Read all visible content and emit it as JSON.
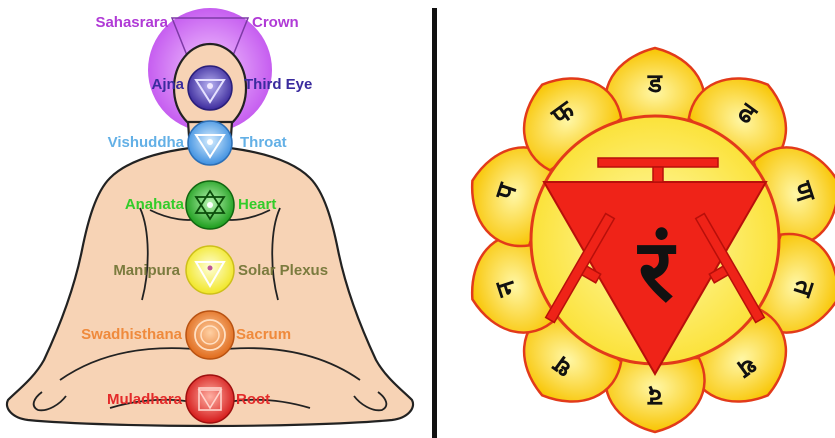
{
  "chakras": [
    {
      "sanskrit": "Sahasrara",
      "english": "Crown",
      "color": "#b03ad6"
    },
    {
      "sanskrit": "Ajna",
      "english": "Third Eye",
      "color": "#3a2b9e"
    },
    {
      "sanskrit": "Vishuddha",
      "english": "Throat",
      "color": "#63b0e6"
    },
    {
      "sanskrit": "Anahata",
      "english": "Heart",
      "color": "#33cc2a"
    },
    {
      "sanskrit": "Manipura",
      "english": "Solar Plexus",
      "color": "#7b7b3e"
    },
    {
      "sanskrit": "Swadhisthana",
      "english": "Sacrum",
      "color": "#ef8a3c"
    },
    {
      "sanskrit": "Muladhara",
      "english": "Root",
      "color": "#e42a2a"
    }
  ],
  "manipura_symbol": {
    "bija": "रं",
    "petals": [
      "ड",
      "ढ",
      "ण",
      "त",
      "थ",
      "द",
      "ध",
      "न",
      "प",
      "फ"
    ],
    "colors": {
      "petal_fill": "#fde64a",
      "circle_fill": "#fff27a",
      "triangle_fill": "#ef2318",
      "outline": "#e23a1a",
      "text": "#111111"
    }
  },
  "divider_color": "#111111"
}
